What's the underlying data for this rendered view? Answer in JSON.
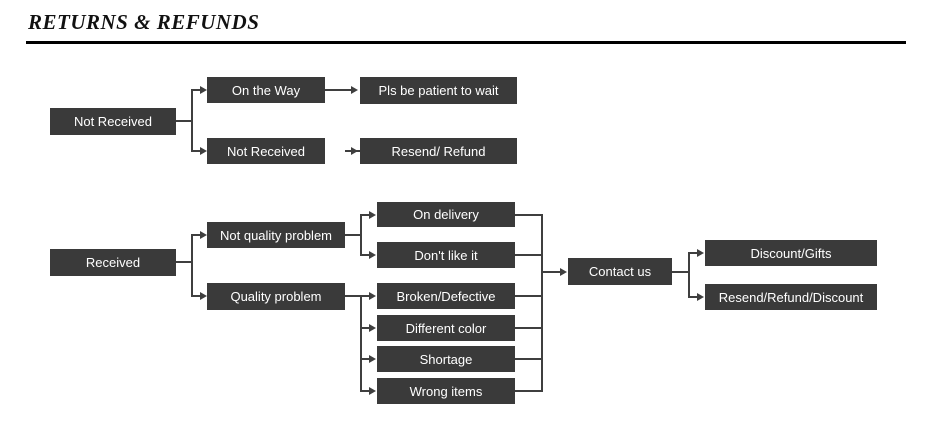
{
  "header": {
    "title": "RETURNS & REFUNDS"
  },
  "colors": {
    "node_fill": "#3a3a3a",
    "node_text": "#ffffff",
    "connector": "#3f3f3f",
    "rule": "#000000",
    "background": "#ffffff"
  },
  "chart_data": {
    "type": "diagram",
    "title": "RETURNS & REFUNDS",
    "nodes": [
      {
        "id": "not-received-root",
        "label": "Not Received"
      },
      {
        "id": "on-the-way",
        "label": "On the Way"
      },
      {
        "id": "not-received-child",
        "label": "Not Received"
      },
      {
        "id": "pls-be-patient",
        "label": "Pls be patient to wait"
      },
      {
        "id": "resend-refund",
        "label": "Resend/ Refund"
      },
      {
        "id": "received-root",
        "label": "Received"
      },
      {
        "id": "not-quality-problem",
        "label": "Not quality problem"
      },
      {
        "id": "quality-problem",
        "label": "Quality problem"
      },
      {
        "id": "on-delivery",
        "label": "On delivery"
      },
      {
        "id": "dont-like-it",
        "label": "Don't like it"
      },
      {
        "id": "broken-defective",
        "label": "Broken/Defective"
      },
      {
        "id": "different-color",
        "label": "Different color"
      },
      {
        "id": "shortage",
        "label": "Shortage"
      },
      {
        "id": "wrong-items",
        "label": "Wrong items"
      },
      {
        "id": "contact-us",
        "label": "Contact us"
      },
      {
        "id": "discount-gifts",
        "label": "Discount/Gifts"
      },
      {
        "id": "resend-refund-discount",
        "label": "Resend/Refund/Discount"
      }
    ],
    "edges": [
      {
        "from": "not-received-root",
        "to": "on-the-way"
      },
      {
        "from": "not-received-root",
        "to": "not-received-child"
      },
      {
        "from": "on-the-way",
        "to": "pls-be-patient"
      },
      {
        "from": "not-received-child",
        "to": "resend-refund"
      },
      {
        "from": "received-root",
        "to": "not-quality-problem"
      },
      {
        "from": "received-root",
        "to": "quality-problem"
      },
      {
        "from": "not-quality-problem",
        "to": "on-delivery"
      },
      {
        "from": "not-quality-problem",
        "to": "dont-like-it"
      },
      {
        "from": "quality-problem",
        "to": "broken-defective"
      },
      {
        "from": "quality-problem",
        "to": "different-color"
      },
      {
        "from": "quality-problem",
        "to": "shortage"
      },
      {
        "from": "quality-problem",
        "to": "wrong-items"
      },
      {
        "from": "on-delivery",
        "to": "contact-us"
      },
      {
        "from": "dont-like-it",
        "to": "contact-us"
      },
      {
        "from": "broken-defective",
        "to": "contact-us"
      },
      {
        "from": "different-color",
        "to": "contact-us"
      },
      {
        "from": "shortage",
        "to": "contact-us"
      },
      {
        "from": "wrong-items",
        "to": "contact-us"
      },
      {
        "from": "contact-us",
        "to": "discount-gifts"
      },
      {
        "from": "contact-us",
        "to": "resend-refund-discount"
      }
    ]
  },
  "nodes": {
    "not_received_root": "Not Received",
    "on_the_way": "On the Way",
    "not_received_child": "Not Received",
    "pls_be_patient": "Pls be patient to wait",
    "resend_refund": "Resend/ Refund",
    "received_root": "Received",
    "not_quality_problem": "Not quality problem",
    "quality_problem": "Quality problem",
    "on_delivery": "On delivery",
    "dont_like_it": "Don't like it",
    "broken_defective": "Broken/Defective",
    "different_color": "Different color",
    "shortage": "Shortage",
    "wrong_items": "Wrong items",
    "contact_us": "Contact us",
    "discount_gifts": "Discount/Gifts",
    "resend_refund_discount": "Resend/Refund/Discount"
  }
}
